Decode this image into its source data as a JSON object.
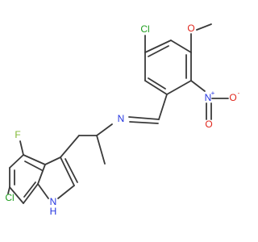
{
  "molecule": {
    "atoms": {
      "cl_top": "Cl",
      "o_methoxy": "O",
      "n_nitro": "N",
      "o_nitro_right": "O",
      "o_nitro_bottom": "O",
      "n_imine": "N",
      "f": "F",
      "cl_bottom": "Cl",
      "nh_indole": "H",
      "n_indole": "N"
    },
    "charges": {
      "nitro_n_charge": "+",
      "nitro_o_charge": "-"
    },
    "colors": {
      "bond": "#3a3a3a",
      "chlorine": "#1f9e1f",
      "oxygen": "#e0251b",
      "nitrogen": "#2536e0",
      "fluorine": "#7fb832"
    }
  }
}
